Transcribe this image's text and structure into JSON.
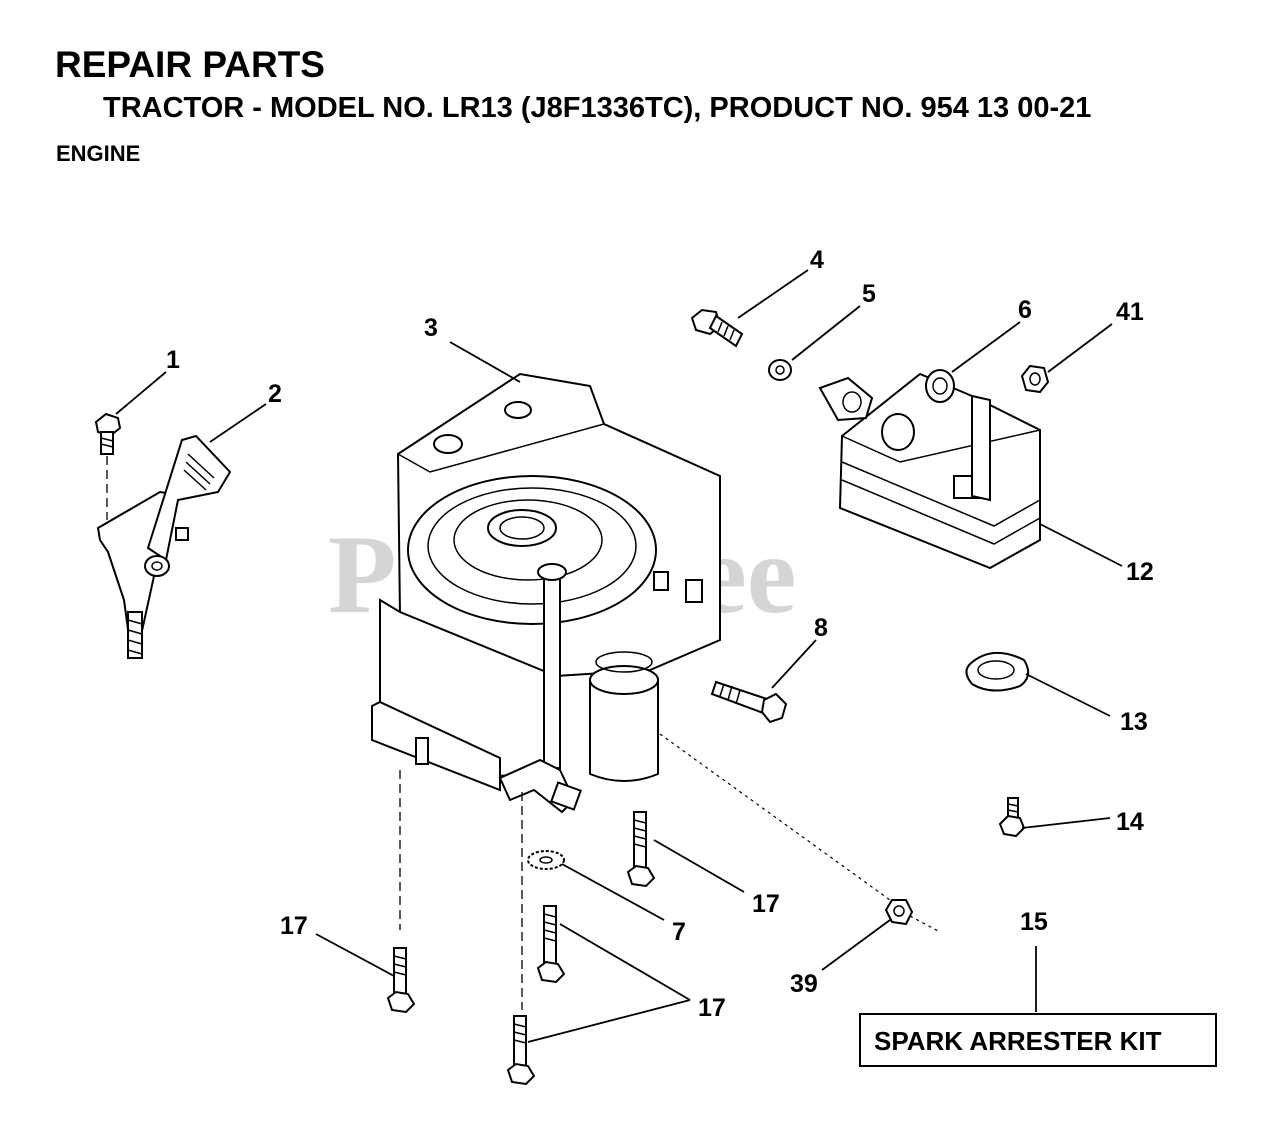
{
  "header": {
    "title": "REPAIR PARTS",
    "subtitle": "TRACTOR - MODEL NO. LR13 (J8F1336TC), PRODUCT NO. 954 13 00-21",
    "section": "ENGINE"
  },
  "watermark": "PartsTree",
  "callouts": {
    "c1": "1",
    "c2": "2",
    "c3": "3",
    "c4": "4",
    "c5": "5",
    "c6": "6",
    "c41": "41",
    "c12": "12",
    "c8": "8",
    "c13": "13",
    "c14": "14",
    "c17a": "17",
    "c7": "7",
    "c17b": "17",
    "c39": "39",
    "c15": "15",
    "c17c": "17"
  },
  "kit_label": "SPARK ARRESTER KIT"
}
